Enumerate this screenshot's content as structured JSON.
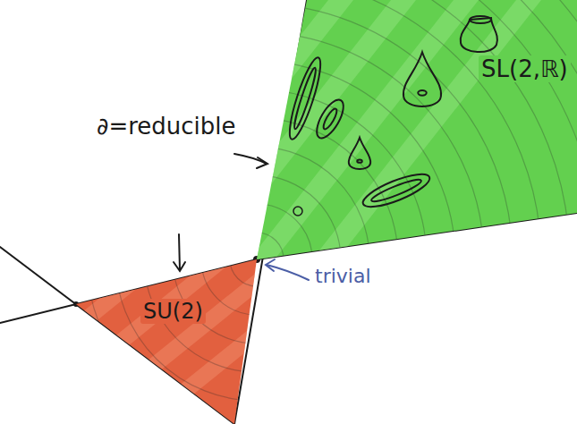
{
  "diagram": {
    "nodes": [
      {
        "text": [
          "SL(2,ℝ)"
        ]
      },
      {
        "text": [
          "SU(2)"
        ]
      }
    ],
    "labels": [
      "∂=reducible",
      "trivial"
    ]
  }
}
